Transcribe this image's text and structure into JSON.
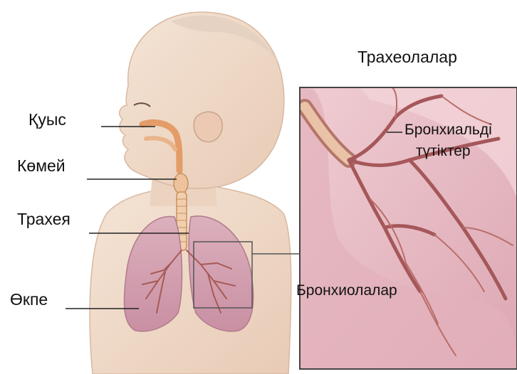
{
  "labels": {
    "cavity": "Қуыс",
    "larynx": "Көмей",
    "trachea": "Трахея",
    "lung": "Өкпе",
    "tracheoles": "Трахеолалар",
    "bronchial_tubes_line1": "Бронхиальді",
    "bronchial_tubes_line2": "түтіктер",
    "bronchioles": "Бронхиолалар"
  },
  "colors": {
    "skin": "#f1dccb",
    "skin_shadow": "#e2c3ad",
    "hair": "#d9c8b6",
    "lung": "#d7a9b6",
    "lung_dark": "#b97f92",
    "airway": "#e9b48a",
    "bronchi": "#a85a55",
    "inset_bg": "#e7bcc4"
  }
}
